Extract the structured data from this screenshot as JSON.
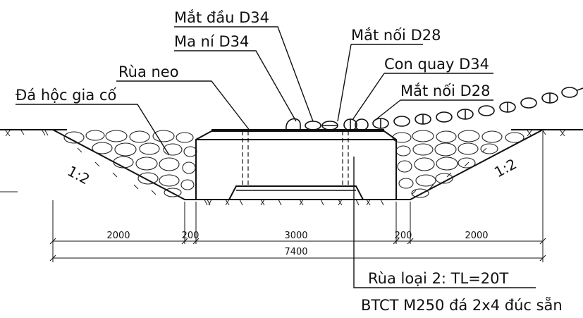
{
  "labels": {
    "mat_dau": "Mắt đầu D34",
    "ma_ni": "Ma ní D34",
    "mat_noi_top": "Mắt nối D28",
    "con_quay": "Con quay D34",
    "mat_noi_bottom": "Mắt nối D28",
    "rua_neo": "Rùa neo",
    "da_hoc": "Đá hộc gia cố",
    "rua_loai": "Rùa loại 2: TL=20T",
    "btct": "BTCT M250 đá 2x4 đúc sẵn"
  },
  "slopes": {
    "left": "1:2",
    "right": "1:2"
  },
  "dimensions": {
    "segments": [
      "2000",
      "200",
      "3000",
      "200",
      "2000"
    ],
    "total": "7400"
  }
}
